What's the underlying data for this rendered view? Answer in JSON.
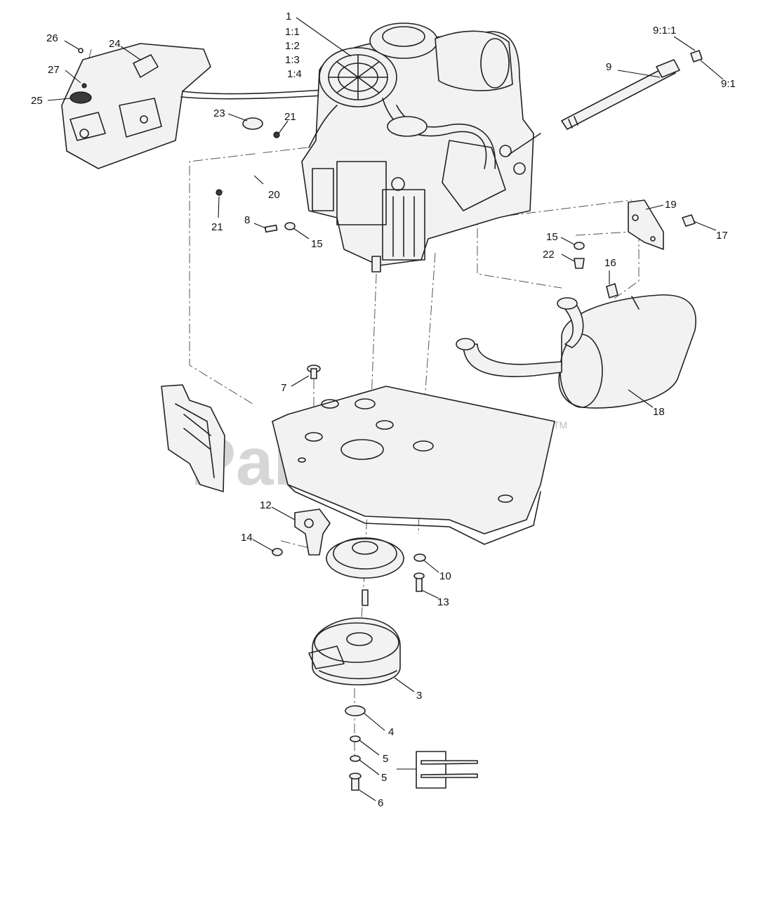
{
  "watermark": {
    "text": "PartsTree",
    "trademark": "TM"
  },
  "callouts": {
    "c1": "1",
    "c1_1": "1:1",
    "c1_2": "1:2",
    "c1_3": "1:3",
    "c1_4": "1:4",
    "c3": "3",
    "c4": "4",
    "c5a": "5",
    "c5b": "5",
    "c6": "6",
    "c7": "7",
    "c8": "8",
    "c9": "9",
    "c9_1": "9:1",
    "c9_1_1": "9:1:1",
    "c10": "10",
    "c12": "12",
    "c13": "13",
    "c14": "14",
    "c15a": "15",
    "c15b": "15",
    "c16": "16",
    "c17": "17",
    "c18": "18",
    "c19": "19",
    "c20": "20",
    "c21a": "21",
    "c21b": "21",
    "c22": "22",
    "c23": "23",
    "c24": "24",
    "c25": "25",
    "c26": "26",
    "c27": "27"
  }
}
